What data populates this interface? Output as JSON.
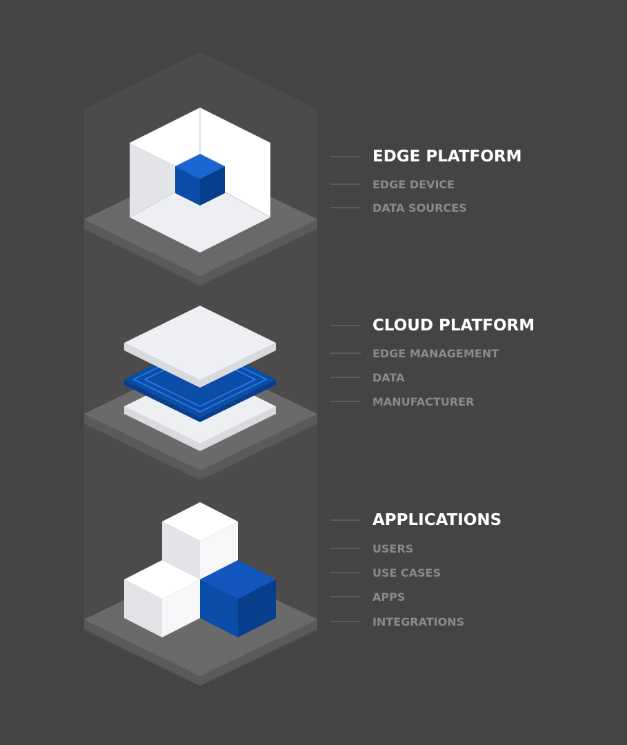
{
  "colors": {
    "background": "#444444",
    "column": "#4b4b4b",
    "platform_top": "#6a6a6a",
    "platform_side": "#5a5a5a",
    "block_light": "#ffffff",
    "block_shade": "#e3e4e8",
    "block_panel": "#eeeff2",
    "accent_blue": "#0a4da8",
    "accent_blue_dark": "#083f8c",
    "accent_blue_light": "#1c66d4",
    "title_text": "#ffffff",
    "item_text": "#8a8a8a",
    "connector": "#5c5c5c"
  },
  "layers": [
    {
      "icon": "edge-cube-icon",
      "title": "EDGE PLATFORM",
      "items": [
        "EDGE DEVICE",
        "DATA SOURCES"
      ]
    },
    {
      "icon": "cloud-stack-icon",
      "title": "CLOUD PLATFORM",
      "items": [
        "EDGE MANAGEMENT",
        "DATA",
        "MANUFACTURER"
      ]
    },
    {
      "icon": "application-blocks-icon",
      "title": "APPLICATIONS",
      "items": [
        "USERS",
        "USE CASES",
        "APPS",
        "INTEGRATIONS"
      ]
    }
  ]
}
